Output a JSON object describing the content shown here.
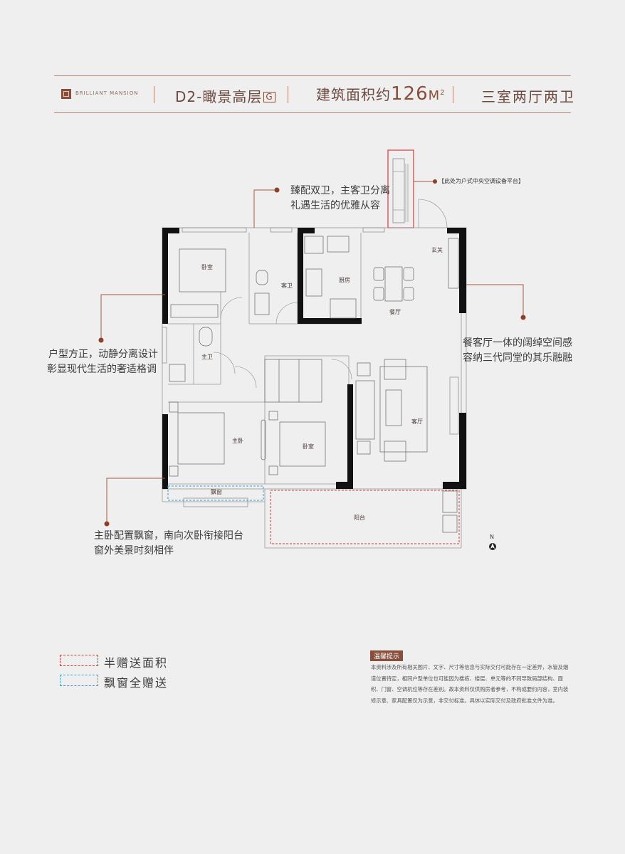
{
  "header": {
    "brand": "BRILLIANT MANSION",
    "unit_code": "D2-瞰景高层",
    "unit_badge": "G",
    "area_label": "建筑面积约",
    "area_value": "126",
    "area_unit": "M",
    "area_exp": "2",
    "layout": "三室两厅两卫"
  },
  "callouts": {
    "ac_platform": "【此处为户式中央空调设备平台】",
    "bath_line1": "臻配双卫，主客卫分离",
    "bath_line2": "礼遇生活的优雅从容",
    "layout_line1": "户型方正，动静分离设计",
    "layout_line2": "彰显现代生活的奢适格调",
    "dining_line1": "餐客厅一体的阔绰空间感",
    "dining_line2": "容纳三代同堂的其乐融融",
    "master_line1": "主卧配置飘窗，南向次卧衔接阳台",
    "master_line2": "窗外美景时刻相伴"
  },
  "rooms": {
    "bedroom_nw": "卧室",
    "guest_bath": "客卫",
    "kitchen": "厨房",
    "entry": "玄关",
    "dining": "餐厅",
    "master_bath": "主卫",
    "master_bedroom": "主卧",
    "bedroom_s": "卧室",
    "living": "客厅",
    "bay_window": "飘窗",
    "balcony": "阳台",
    "north": "N"
  },
  "legend": {
    "half_area": "半赠送面积",
    "bay_free": "飘窗全赠送",
    "half_color": "#d23b3b",
    "bay_color": "#3b9fd8"
  },
  "notice": {
    "title": "温馨提示",
    "body": "本资料涉及所有相关图片、文字、尺寸等信息与实际交付可能存在一定差异，水管及烟道位置待定，相同户型单位也可能因为楼栋、楼层、单元等的不同导致局部结构、面积、门窗、空调机位等存在差别。故本资料仅供购房者参考，不构成要约内容，室内装修示意、家具配置仅为示意，非交付标准。具体以实际交付及政府批准文件为准。"
  },
  "colors": {
    "accent": "#8a4f3c",
    "wall": "#111111",
    "line": "#b58472"
  }
}
